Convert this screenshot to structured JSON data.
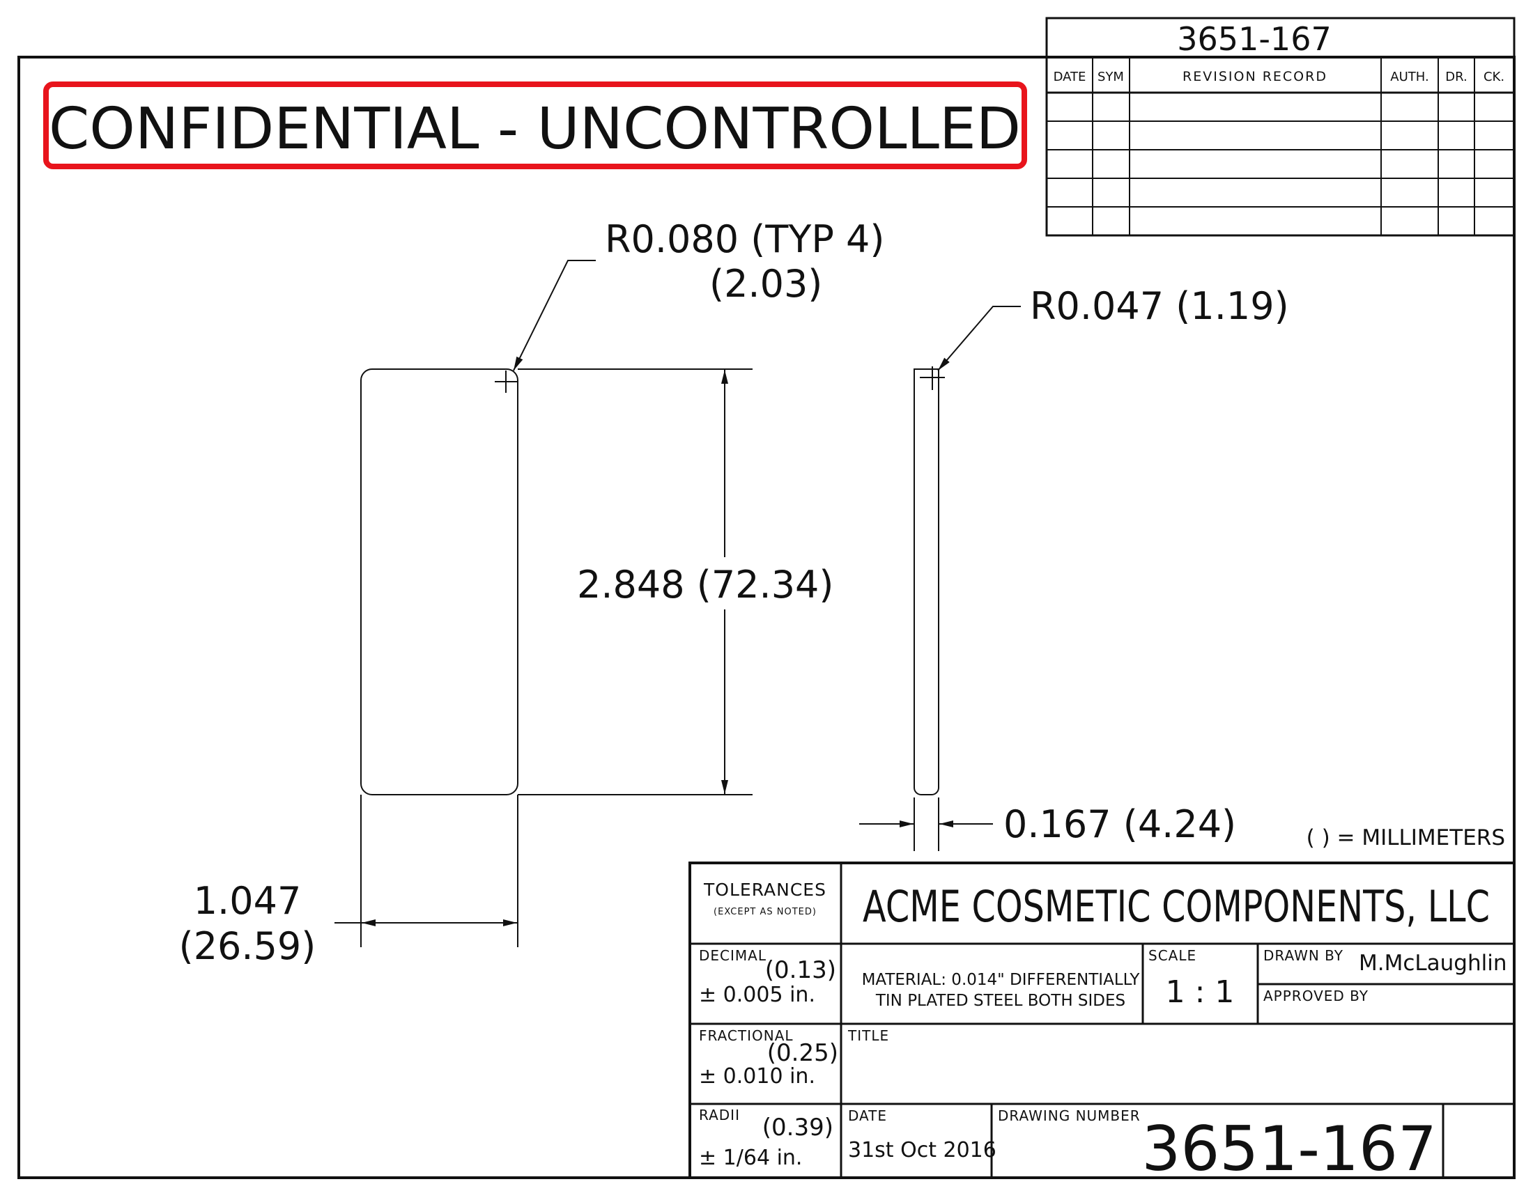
{
  "drawing_number_top": "3651-167",
  "confidential": {
    "text": "CONFIDENTIAL - UNCONTROLLED",
    "color": "#e8141c"
  },
  "revision_table": {
    "headers": [
      "DATE",
      "SYM",
      "REVISION RECORD",
      "AUTH.",
      "DR.",
      "CK."
    ]
  },
  "dimensions": {
    "corner_radius": "R0.080 (TYP 4)",
    "corner_radius_mm": "(2.03)",
    "side_radius": "R0.047 (1.19)",
    "height": "2.848 (72.34)",
    "width": "1.047",
    "width_mm": "(26.59)",
    "thickness": "0.167 (4.24)",
    "units_note": "( ) = MILLIMETERS"
  },
  "title_block": {
    "tolerances_label": "TOLERANCES",
    "except_label": "(EXCEPT AS NOTED)",
    "company": "ACME COSMETIC COMPONENTS, LLC",
    "decimal_label": "DECIMAL",
    "decimal_mm": "(0.13)",
    "decimal_value": "± 0.005 in.",
    "fractional_label": "FRACTIONAL",
    "fractional_mm": "(0.25)",
    "fractional_value": "± 0.010 in.",
    "radii_label": "RADII",
    "radii_mm": "(0.39)",
    "radii_value": "± 1/64 in.",
    "material_line1": "MATERIAL: 0.014\" DIFFERENTIALLY",
    "material_line2": "TIN PLATED STEEL BOTH SIDES",
    "scale_label": "SCALE",
    "scale_value": "1 : 1",
    "drawn_by_label": "DRAWN BY",
    "drawn_by_value": "M.McLaughlin",
    "approved_by_label": "APPROVED BY",
    "title_label": "TITLE",
    "date_label": "DATE",
    "date_value": "31st Oct 2016",
    "drawing_number_label": "DRAWING NUMBER",
    "drawing_number": "3651-167"
  }
}
